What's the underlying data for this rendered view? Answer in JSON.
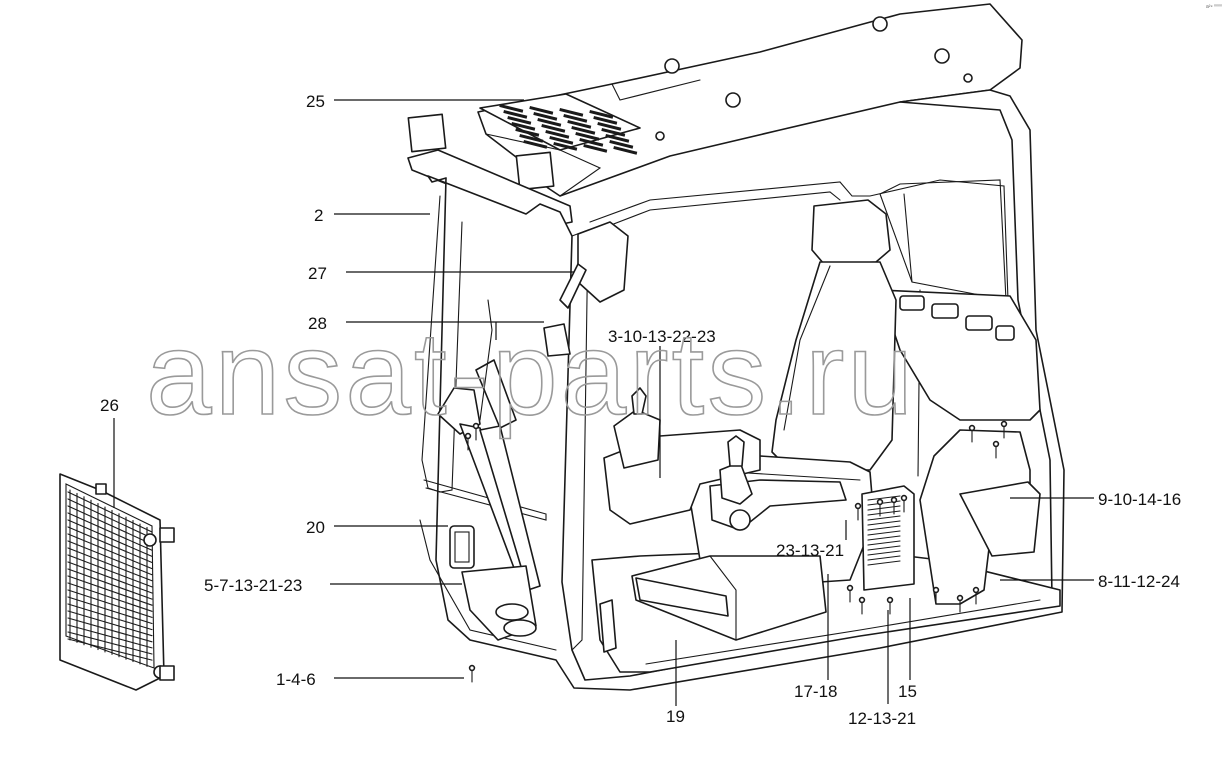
{
  "diagram": {
    "watermark": "ansat-parts.ru",
    "corner_mark": "a²⁹ ⁰⁰⁰⁰",
    "callouts": {
      "c25": "25",
      "c2": "2",
      "c27": "27",
      "c28": "28",
      "c3": "3-10-13-22-23",
      "c26": "26",
      "c20": "20",
      "c5": "5-7-13-21-23",
      "c1": "1-4-6",
      "c9": "9-10-14-16",
      "c23": "23-13-21",
      "c8": "8-11-12-24",
      "c17": "17-18",
      "c15": "15",
      "c19": "19",
      "c12": "12-13-21"
    }
  }
}
